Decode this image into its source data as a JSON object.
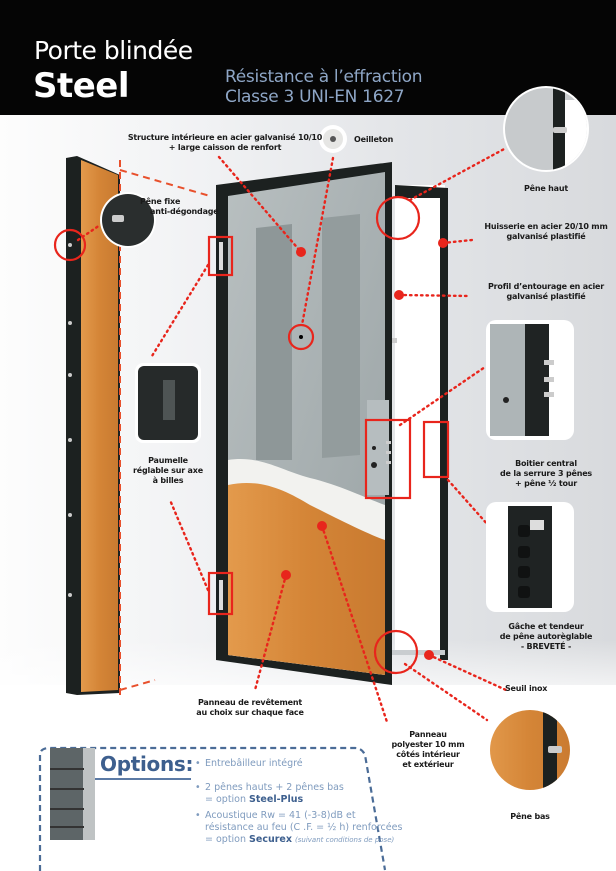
{
  "header": {
    "title_line1": "Porte blindée",
    "title_line2": "Steel",
    "subtitle_line1": "Résistance à l’effraction",
    "subtitle_line2": "Classe 3  UNI-EN 1627"
  },
  "colors": {
    "header_bg": "#050505",
    "subtitle": "#8ea6c6",
    "callout_red": "#e8251c",
    "door_wood": "#d98a3e",
    "door_gray": "#a9b1b3",
    "frame_black": "#1c2120",
    "options_blue": "#3d5f8e"
  },
  "callouts": {
    "structure": [
      "Structure intérieure en acier galvanisé 10/10",
      "+ large caisson de renfort"
    ],
    "oeilleton": [
      "Oeilleton"
    ],
    "pene_fixe": [
      "Pêne fixe",
      "anti-dégondage"
    ],
    "pene_haut": [
      "Pêne haut"
    ],
    "huisserie": [
      "Huisserie en acier 20/10 mm",
      "galvanisé plastifié"
    ],
    "profil": [
      "Profil d’entourage en acier",
      "galvanisé plastifié"
    ],
    "paumelle": [
      "Paumelle",
      "réglable sur axe",
      "à billes"
    ],
    "boitier": [
      "Boitier central",
      "de la serrure 3 pênes",
      "+ pêne ½ tour"
    ],
    "gache": [
      "Gâche et tendeur",
      "de pêne autorèglable",
      "- BREVETÉ -"
    ],
    "seuil": [
      "Seuil inox"
    ],
    "panneau_revetement": [
      "Panneau de revêtement",
      "au choix sur chaque face"
    ],
    "panneau_polyester": [
      "Panneau",
      "polyester 10 mm",
      "côtés intérieur",
      "et extérieur"
    ],
    "pene_bas": [
      "Pêne bas"
    ]
  },
  "options": {
    "title": "Options:",
    "items": [
      {
        "lines": [
          "Entrebâilleur intégré"
        ],
        "bold": "",
        "note": ""
      },
      {
        "lines": [
          "2 pênes hauts + 2 pênes bas",
          "= option "
        ],
        "bold": "Steel-Plus",
        "note": ""
      },
      {
        "lines": [
          "Acoustique  Rw = 41 (-3-8)dB et",
          "résistance au feu (C .F. = ½ h) renforcées",
          "= option "
        ],
        "bold": "Securex",
        "note": "(suivant conditions de pose)"
      }
    ]
  }
}
